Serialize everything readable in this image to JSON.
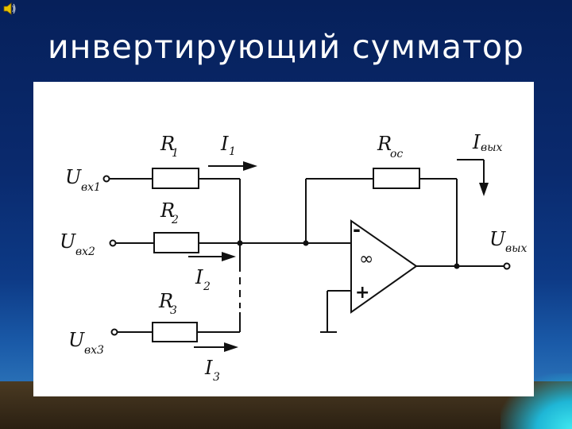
{
  "slide": {
    "title": "инвертирующий сумматор",
    "speaker_icon": "speaker-icon"
  },
  "circuit": {
    "inputs": [
      {
        "label": "U",
        "sub": "вх1"
      },
      {
        "label": "U",
        "sub": "вх2"
      },
      {
        "label": "U",
        "sub": "вх3"
      }
    ],
    "resistors": [
      {
        "label": "R",
        "sub": "1"
      },
      {
        "label": "R",
        "sub": "2"
      },
      {
        "label": "R",
        "sub": "3"
      }
    ],
    "currents": [
      {
        "label": "I",
        "sub": "1"
      },
      {
        "label": "I",
        "sub": "2"
      },
      {
        "label": "I",
        "sub": "3"
      }
    ],
    "feedback": {
      "label": "R",
      "sub": "ос"
    },
    "output_current": {
      "label": "I",
      "sub": "вых"
    },
    "output": {
      "label": "U",
      "sub": "вых"
    },
    "opamp": {
      "minus": "-",
      "plus": "+",
      "gain": "∞"
    }
  }
}
